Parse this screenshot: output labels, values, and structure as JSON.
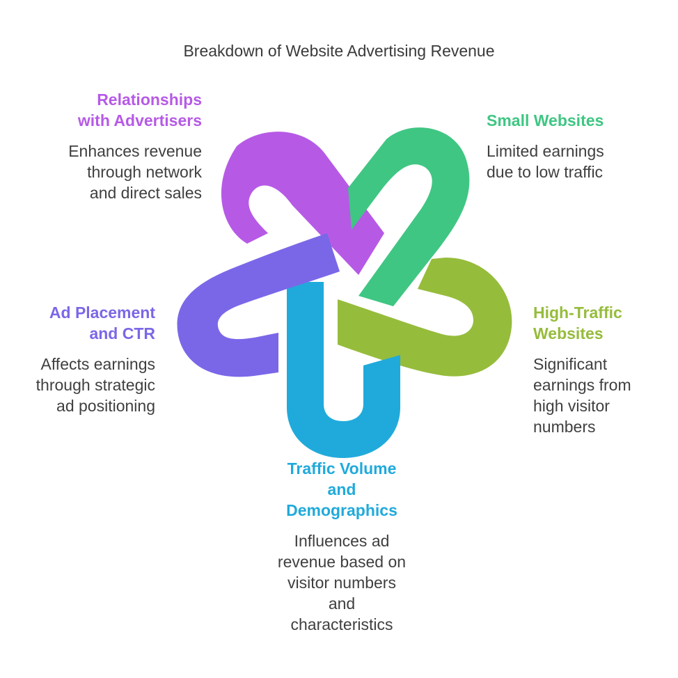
{
  "title": "Breakdown of Website Advertising Revenue",
  "colors": {
    "purple": "#B65AE6",
    "green": "#3FC683",
    "olive": "#96BC3C",
    "blue": "#20AADB",
    "indigo": "#7A67E8"
  },
  "items": [
    {
      "heading": "Relationships\nwith Advertisers",
      "description": "Enhances revenue\nthrough network\nand direct sales",
      "color": "#B65AE6"
    },
    {
      "heading": "Small Websites",
      "description": "Limited earnings\ndue to low traffic",
      "color": "#3FC683"
    },
    {
      "heading": "High-Traffic\nWebsites",
      "description": "Significant\nearnings from\nhigh visitor\nnumbers",
      "color": "#96BC3C"
    },
    {
      "heading": "Traffic Volume\nand\nDemographics",
      "description": "Influences ad\nrevenue based on\nvisitor numbers\nand\ncharacteristics",
      "color": "#20AADB"
    },
    {
      "heading": "Ad Placement\nand CTR",
      "description": "Affects earnings\nthrough strategic\nad positioning",
      "color": "#7A67E8"
    }
  ]
}
